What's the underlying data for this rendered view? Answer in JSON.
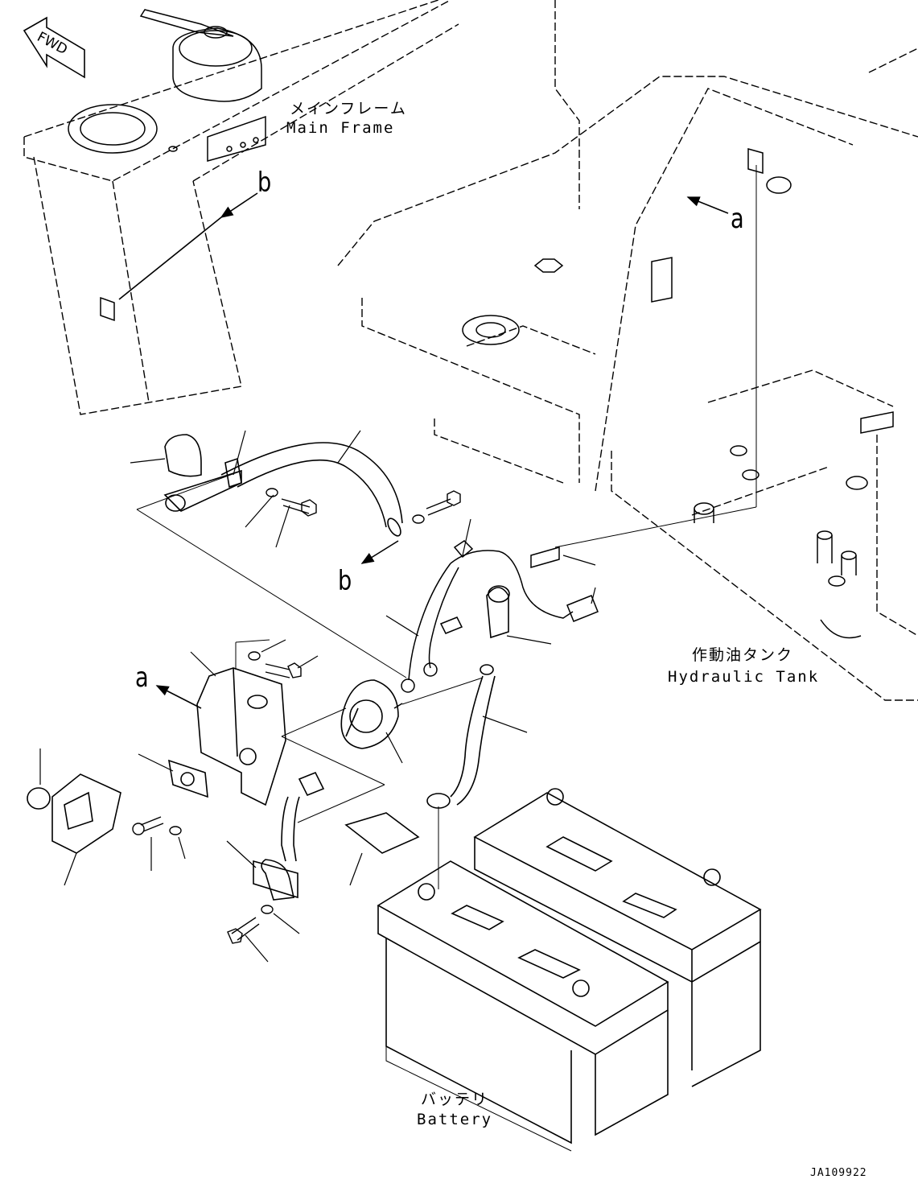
{
  "orientation": {
    "arrow_label": "FWD"
  },
  "labels": {
    "main_frame": {
      "jp": "メインフレーム",
      "en": "Main Frame"
    },
    "hydraulic_tank": {
      "jp": "作動油タンク",
      "en": "Hydraulic Tank"
    },
    "battery": {
      "jp": "バッテリ",
      "en": "Battery"
    }
  },
  "view_refs": {
    "a": "a",
    "b": "b"
  },
  "drawing_code": "JA109922"
}
